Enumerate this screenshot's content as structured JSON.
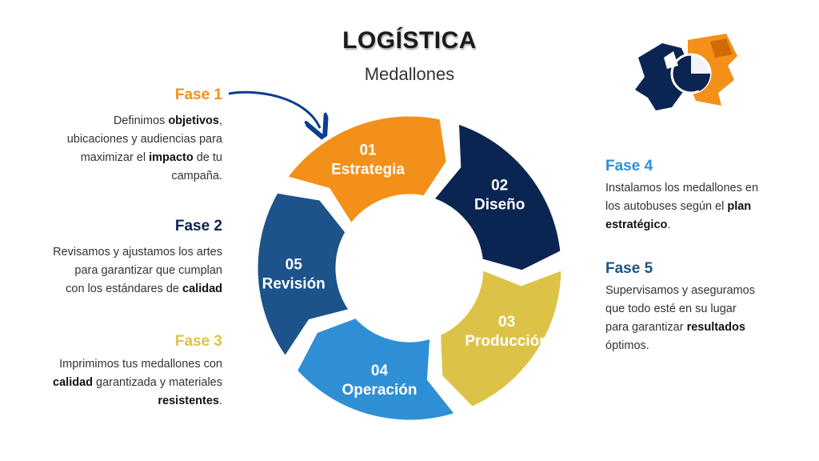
{
  "header": {
    "title": "LOGÍSTICA",
    "subtitle": "Medallones"
  },
  "colors": {
    "orange": "#f39019",
    "navy": "#0b2552",
    "yellow": "#dcc347",
    "lightblue": "#2f8fd4",
    "midblue": "#1c538a"
  },
  "phases": [
    {
      "title": "Fase 1",
      "color": "#f39019",
      "lines": [
        [
          {
            "t": "Definimos "
          },
          {
            "t": "objetivos",
            "b": true
          },
          {
            "t": ","
          }
        ],
        [
          {
            "t": "ubicaciones y audiencias para"
          }
        ],
        [
          {
            "t": "maximizar el "
          },
          {
            "t": "impacto",
            "b": true
          },
          {
            "t": " de tu"
          }
        ],
        [
          {
            "t": "campaña."
          }
        ]
      ]
    },
    {
      "title": "Fase 2",
      "color": "#0b2552",
      "lines": [
        [
          {
            "t": "Revisamos y ajustamos los artes"
          }
        ],
        [
          {
            "t": "para garantizar que cumplan"
          }
        ],
        [
          {
            "t": "con los estándares de "
          },
          {
            "t": "calidad",
            "b": true
          }
        ]
      ]
    },
    {
      "title": "Fase 3",
      "color": "#dcc347",
      "lines": [
        [
          {
            "t": "Imprimimos tus medallones con"
          }
        ],
        [
          {
            "t": "calidad",
            "b": true
          },
          {
            "t": " garantizada y materiales"
          }
        ],
        [
          {
            "t": "resistentes",
            "b": true
          },
          {
            "t": "."
          }
        ]
      ]
    },
    {
      "title": "Fase 4",
      "color": "#2f8fd4",
      "lines": [
        [
          {
            "t": "Instalamos los medallones en"
          }
        ],
        [
          {
            "t": "los autobuses según el "
          },
          {
            "t": "plan",
            "b": true
          }
        ],
        [
          {
            "t": "estratégico",
            "b": true
          },
          {
            "t": "."
          }
        ]
      ]
    },
    {
      "title": "Fase 5",
      "color": "#1c538a",
      "lines": [
        [
          {
            "t": "Supervisamos y aseguramos"
          }
        ],
        [
          {
            "t": "que todo esté en su lugar"
          }
        ],
        [
          {
            "t": "para garantizar "
          },
          {
            "t": "resultados",
            "b": true
          }
        ],
        [
          {
            "t": "óptimos."
          }
        ]
      ]
    }
  ],
  "wheel": [
    {
      "number": "01",
      "label": "Estrategia",
      "color": "#f39019"
    },
    {
      "number": "02",
      "label": "Diseño",
      "color": "#0b2552"
    },
    {
      "number": "03",
      "label": "Producción",
      "color": "#dcc347"
    },
    {
      "number": "04",
      "label": "Operación",
      "color": "#2f8fd4"
    },
    {
      "number": "05",
      "label": "Revisión",
      "color": "#1c538a"
    }
  ]
}
